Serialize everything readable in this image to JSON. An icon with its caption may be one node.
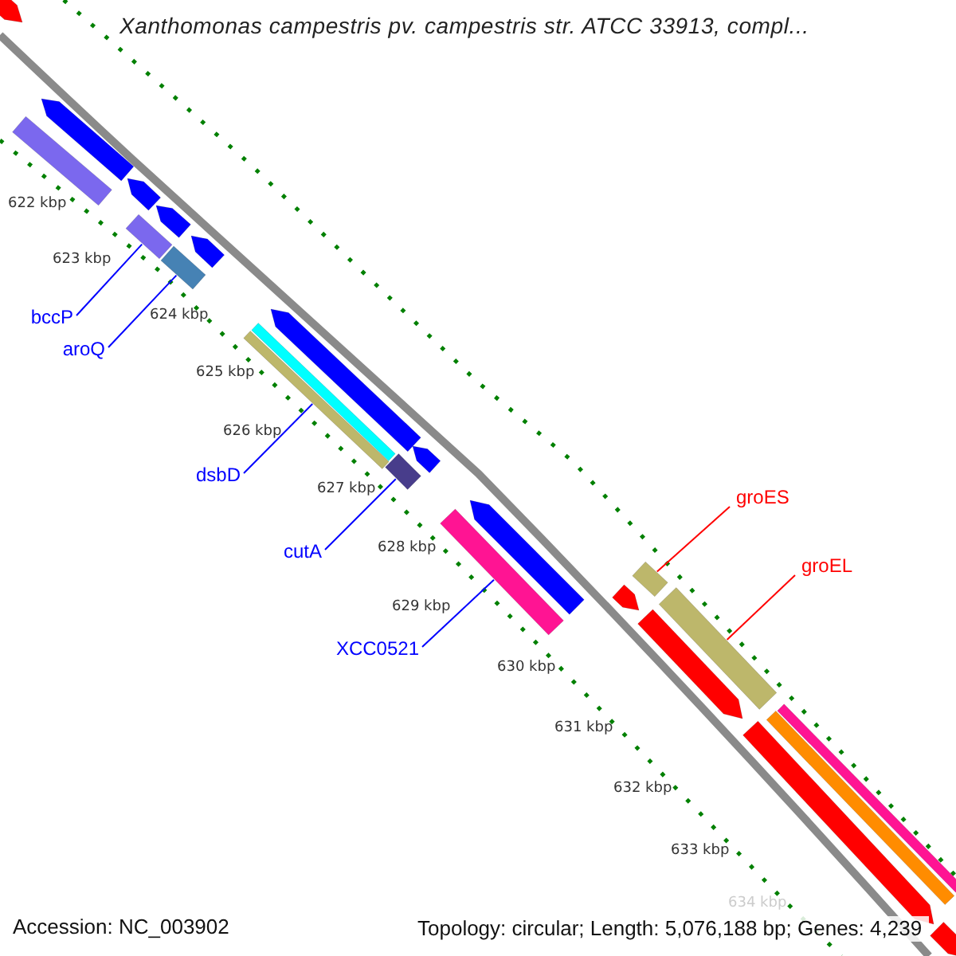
{
  "diagram": {
    "title": "Xanthomonas campestris pv. campestris str. ATCC 33913, compl...",
    "nodes": [
      {
        "text": [
          "bccP"
        ]
      },
      {
        "text": [
          "aroQ"
        ]
      },
      {
        "text": [
          "dsbD"
        ]
      },
      {
        "text": [
          "cutA"
        ]
      },
      {
        "text": [
          "XCC0521"
        ]
      },
      {
        "text": [
          "groES"
        ]
      },
      {
        "text": [
          "groEL"
        ]
      },
      {
        "text": [],
        "shape": "bar"
      },
      {
        "text": [],
        "shape": "bar"
      },
      {
        "text": [],
        "shape": "bar"
      },
      {
        "text": [],
        "shape": "bar"
      },
      {
        "text": [],
        "shape": "bar"
      },
      {
        "text": [],
        "shape": "bar"
      },
      {
        "text": [],
        "shape": "bar"
      },
      {
        "text": [],
        "shape": "bar"
      },
      {
        "text": [],
        "shape": "bar"
      },
      {
        "text": [],
        "shape": "bar"
      },
      {
        "text": [],
        "shape": "bar"
      },
      {
        "text": [],
        "shape": "bar"
      },
      {
        "text": [],
        "shape": "bar"
      },
      {
        "text": [],
        "shape": "bar"
      },
      {
        "text": [],
        "shape": "bar"
      },
      {
        "text": [],
        "shape": "bar"
      },
      {
        "text": [],
        "shape": "bar"
      },
      {
        "text": [],
        "shape": "bar"
      },
      {
        "text": [],
        "shape": "bar"
      },
      {
        "text": [],
        "shape": "bar"
      },
      {
        "text": [],
        "shape": "bar"
      },
      {
        "text": [],
        "shape": "bar"
      },
      {
        "text": [],
        "shape": "bar"
      }
    ],
    "edges": [
      {
        "from": 0,
        "to": 7,
        "arrow": "none"
      },
      {
        "from": 1,
        "to": 8,
        "arrow": "none"
      },
      {
        "from": 2,
        "to": 9,
        "arrow": "none"
      },
      {
        "from": 3,
        "to": 10,
        "arrow": "none"
      },
      {
        "from": 4,
        "to": 11,
        "arrow": "none"
      },
      {
        "from": 5,
        "to": 12,
        "arrow": "none",
        "color": "#ff0000"
      },
      {
        "from": 6,
        "to": 13,
        "arrow": "none",
        "color": "#ff0000"
      }
    ],
    "labels": [
      "622 kbp",
      "623 kbp",
      "624 kbp",
      "625 kbp",
      "626 kbp",
      "627 kbp",
      "628 kbp",
      "629 kbp",
      "630 kbp",
      "631 kbp",
      "632 kbp",
      "633 kbp",
      "634 kbp",
      "Accession: NC_003902",
      "Topology: circular; Length: 5,076,188 bp; Genes: 4,239"
    ]
  }
}
